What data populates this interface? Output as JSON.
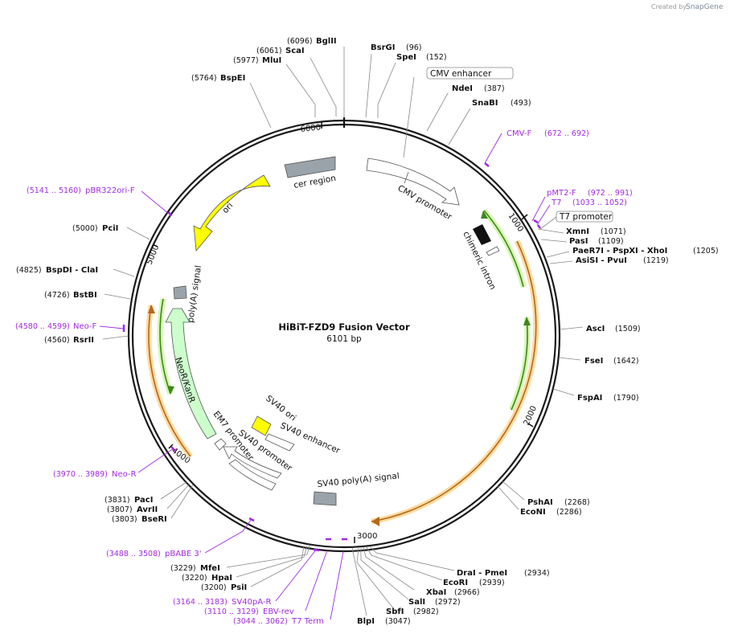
{
  "credit": {
    "prefix": "Created by",
    "brand": "SnapGene"
  },
  "plasmid": {
    "name": "HiBiT-FZD9 Fusion Vector",
    "size_label": "6101 bp",
    "length": 6101
  },
  "ticks": [
    "1000",
    "2000",
    "3000",
    "4000",
    "5000",
    "6000"
  ],
  "sites": [
    {
      "name": "BglII",
      "pos": "(6096)"
    },
    {
      "name": "ScaI",
      "pos": "(6061)"
    },
    {
      "name": "MluI",
      "pos": "(5977)"
    },
    {
      "name": "BspEI",
      "pos": "(5764)"
    },
    {
      "name": "BsrGI",
      "pos": "(96)"
    },
    {
      "name": "SpeI",
      "pos": "(152)"
    },
    {
      "name": "NdeI",
      "pos": "(387)"
    },
    {
      "name": "SnaBI",
      "pos": "(493)"
    },
    {
      "name": "XmnI",
      "pos": "(1071)"
    },
    {
      "name": "PasI",
      "pos": "(1109)"
    },
    {
      "name": "PaeR7I - PspXI - XhoI",
      "pos": "(1205)"
    },
    {
      "name": "AsiSI - PvuI",
      "pos": "(1219)"
    },
    {
      "name": "AscI",
      "pos": "(1509)"
    },
    {
      "name": "FseI",
      "pos": "(1642)"
    },
    {
      "name": "FspAI",
      "pos": "(1790)"
    },
    {
      "name": "PshAI",
      "pos": "(2268)"
    },
    {
      "name": "EcoNI",
      "pos": "(2286)"
    },
    {
      "name": "DraI - PmeI",
      "pos": "(2934)"
    },
    {
      "name": "EcoRI",
      "pos": "(2939)"
    },
    {
      "name": "XbaI",
      "pos": "(2966)"
    },
    {
      "name": "SalI",
      "pos": "(2972)"
    },
    {
      "name": "SbfI",
      "pos": "(2982)"
    },
    {
      "name": "BlpI",
      "pos": "(3047)"
    },
    {
      "name": "PciI",
      "pos": "(5000)"
    },
    {
      "name": "BspDI - ClaI",
      "pos": "(4825)"
    },
    {
      "name": "BstBI",
      "pos": "(4726)"
    },
    {
      "name": "RsrII",
      "pos": "(4560)"
    },
    {
      "name": "PacI",
      "pos": "(3831)"
    },
    {
      "name": "AvrII",
      "pos": "(3807)"
    },
    {
      "name": "BseRI",
      "pos": "(3803)"
    },
    {
      "name": "MfeI",
      "pos": "(3229)"
    },
    {
      "name": "HpaI",
      "pos": "(3220)"
    },
    {
      "name": "PsiI",
      "pos": "(3200)"
    }
  ],
  "primers": [
    {
      "name": "CMV-F",
      "pos": "(672 .. 692)"
    },
    {
      "name": "pMT2-F",
      "pos": "(972 .. 991)"
    },
    {
      "name": "T7",
      "pos": "(1033 .. 1052)"
    },
    {
      "name": "pBR322ori-F",
      "pos": "(5141 .. 5160)"
    },
    {
      "name": "Neo-F",
      "pos": "(4580 .. 4599)"
    },
    {
      "name": "Neo-R",
      "pos": "(3970 .. 3989)"
    },
    {
      "name": "pBABE 3'",
      "pos": "(3488 .. 3508)"
    },
    {
      "name": "SV40pA-R",
      "pos": "(3164 .. 3183)"
    },
    {
      "name": "EBV-rev",
      "pos": "(3110 .. 3129)"
    },
    {
      "name": "T7 Term",
      "pos": "(3044 .. 3062)"
    }
  ],
  "boxed_labels": [
    "CMV enhancer",
    "T7 promoter"
  ],
  "features": {
    "cer_region": "cer region",
    "cmv_promoter": "CMV promoter",
    "chimeric_intron": "chimeric intron",
    "ori": "ori",
    "polya_signal": "poly(A) signal",
    "neo": "NeoR/KanR",
    "em7": "EM7 promoter",
    "sv40_ori": "SV40 ori",
    "sv40_enhancer": "SV40 enhancer",
    "sv40_promoter": "SV40 promoter",
    "sv40_polya": "SV40 poly(A) signal"
  },
  "colors": {
    "backbone": "#1a1a1a",
    "primer": "#a02be0",
    "ori": "#ffff00",
    "neo": "#ccffcc",
    "gray_feature": "#9aa3aa",
    "orf_green": "#3a8a1a",
    "orf_orange": "#b9661a",
    "highlight_green": "#d6f5b0",
    "highlight_orange": "#fbdca0"
  }
}
